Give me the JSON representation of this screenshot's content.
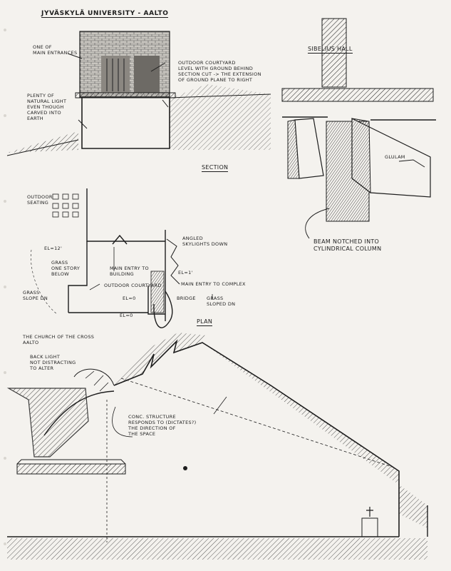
{
  "page": {
    "background": "#f4f2ee",
    "ink": "#1d1d1d"
  },
  "jyvaskyla": {
    "title": "JYVÄSKYLÄ UNIVERSITY - AALTO",
    "note_entrance": "ONE OF\nMAIN ENTRANCES",
    "note_courtyard": "OUTDOOR COURTYARD\nLEVEL WITH GROUND BEHIND\nSECTION CUT -> THE EXTENSION\nOF GROUND PLANE TO RIGHT",
    "note_light": "PLENTY OF\nNATURAL LIGHT\nEVEN THOUGH\nCARVED INTO\nEARTH",
    "section_label": "SECTION",
    "plan_label": "PLAN",
    "note_seating": "OUTDOOR\nSEATING",
    "note_el12": "EL=12'",
    "note_grass_below": "GRASS\nONE STORY\nBELOW",
    "note_grass_slope_dn": "GRASS\nSLOPE DN",
    "note_skylights": "ANGLED\nSKYLIGHTS DOWN",
    "note_main_entry_building": "MAIN ENTRY TO\nBUILDING",
    "note_el1": "EL=1'",
    "note_courtyard_plan": "OUTDOOR COURTYARD",
    "note_main_entry_complex": "MAIN ENTRY TO COMPLEX",
    "note_el0_a": "EL=0",
    "note_el0_b": "EL=0",
    "note_bridge": "BRIDGE",
    "note_grass_sloped_dn": "GRASS\nSLOPED DN"
  },
  "sibelius": {
    "title": "SIBELIUS HALL",
    "note_glulam": "GLULAM",
    "note_beam": "BEAM NOTCHED INTO\nCYLINDRICAL COLUMN"
  },
  "church": {
    "title": "THE CHURCH OF THE CROSS\nAALTO",
    "note_back_light": "BACK LIGHT\nNOT DISTRACTING\nTO ALTER",
    "note_structure": "CONC. STRUCTURE\nRESPONDS TO (DICTATES?)\nTHE DIRECTION OF\nTHE SPACE"
  }
}
